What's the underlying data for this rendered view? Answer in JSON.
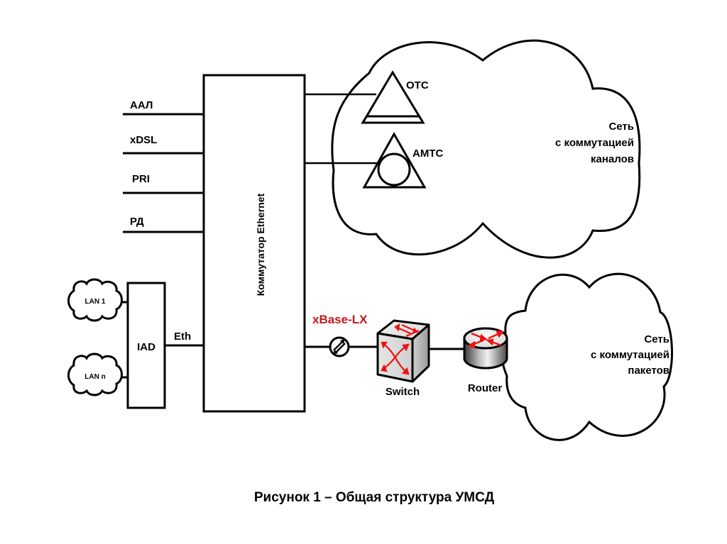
{
  "figure": {
    "caption": "Рисунок 1 – Общая структура УМСД",
    "colors": {
      "line": "#000000",
      "accent": "#c8161d",
      "background": "#ffffff"
    }
  },
  "switch_block": {
    "label": "Коммутатор Ethernet"
  },
  "input_lines": [
    {
      "label": "ААЛ"
    },
    {
      "label": "xDSL"
    },
    {
      "label": "PRI"
    },
    {
      "label": "РД"
    }
  ],
  "iad": {
    "label": "IAD",
    "link_label": "Eth",
    "lans": [
      {
        "label": "LAN 1"
      },
      {
        "label": "LAN n"
      }
    ]
  },
  "circuit_network": {
    "label_lines": [
      "Сеть",
      "с коммутацией",
      "каналов"
    ],
    "nodes": [
      {
        "label": "ОТС",
        "icon": "triangle-exchange-icon"
      },
      {
        "label": "АМТС",
        "icon": "triangle-circle-exchange-icon"
      }
    ]
  },
  "packet_path": {
    "link_label": "xBase-LX",
    "converter_icon": "media-converter-icon",
    "switch_label": "Switch",
    "router_label": "Router"
  },
  "packet_network": {
    "label_lines": [
      "Сеть",
      "с коммутацией",
      "пакетов"
    ]
  }
}
